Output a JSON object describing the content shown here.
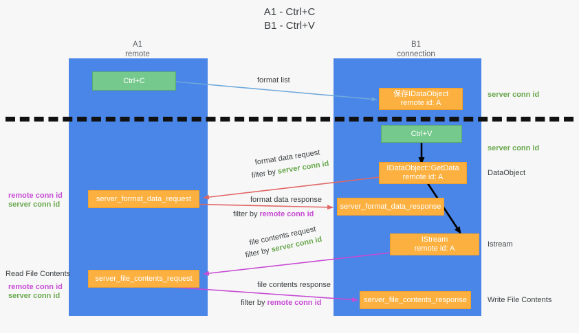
{
  "title": {
    "line1": "A1 - Ctrl+C",
    "line2": "B1 - Ctrl+V"
  },
  "lanes": [
    {
      "name": "A1",
      "sub": "remote"
    },
    {
      "name": "B1",
      "sub": "connection"
    }
  ],
  "nodes": {
    "ctrl_c": {
      "line1": "Ctrl+C",
      "line2": ""
    },
    "save_idataobject": {
      "line1": "保存IDataObject",
      "line2": "remote id: A"
    },
    "ctrl_v": {
      "line1": "Ctrl+V",
      "line2": ""
    },
    "getdata": {
      "line1": "IDataObject::GetData",
      "line2": "remote id: A"
    },
    "server_format_data_request": {
      "line1": "server_format_data_request",
      "line2": ""
    },
    "server_format_data_response": {
      "line1": "server_format_data_response",
      "line2": ""
    },
    "istream": {
      "line1": "IStream",
      "line2": "remote id: A"
    },
    "server_file_contents_request": {
      "line1": "server_file_contents_request",
      "line2": ""
    },
    "server_file_contents_response": {
      "line1": "server_file_contents_response",
      "line2": ""
    }
  },
  "edges": {
    "format_list": "format list",
    "format_data_request": "format data request",
    "format_data_request_filter_prefix": "filter by ",
    "format_data_request_filter_key": "server conn id",
    "format_data_response": "format data response",
    "format_data_response_filter_prefix": "filter by ",
    "format_data_response_filter_key": "remote conn id",
    "file_contents_request": "file contents request",
    "file_contents_request_filter_prefix": "filter by ",
    "file_contents_request_filter_key": "server conn id",
    "file_contents_response": "file contents response",
    "file_contents_response_filter_prefix": "filter by ",
    "file_contents_response_filter_key": "remote conn id"
  },
  "annotations": {
    "right_server_conn_id_1": "server conn id",
    "right_server_conn_id_2": "server conn id",
    "right_dataobject": "DataObject",
    "right_istream": "Istream",
    "right_write_file_contents": "Write File Contents",
    "left_remote_conn_id_1": "remote conn id",
    "left_server_conn_id_1": "server conn id",
    "left_read_file_contents": "Read File Contents",
    "left_remote_conn_id_2": "remote conn id",
    "left_server_conn_id_2": "server conn id"
  },
  "colors": {
    "lane": "#4a86e8",
    "green_node": "#76c98d",
    "orange_node": "#fbb040",
    "green_text": "#6aa84f",
    "magenta_text": "#c74bd4",
    "blue_arrow": "#6fa8dc",
    "red_arrow": "#e06666",
    "magenta_arrow": "#c74bd4",
    "black_arrow": "#000000",
    "background": "#f7f7f7"
  }
}
